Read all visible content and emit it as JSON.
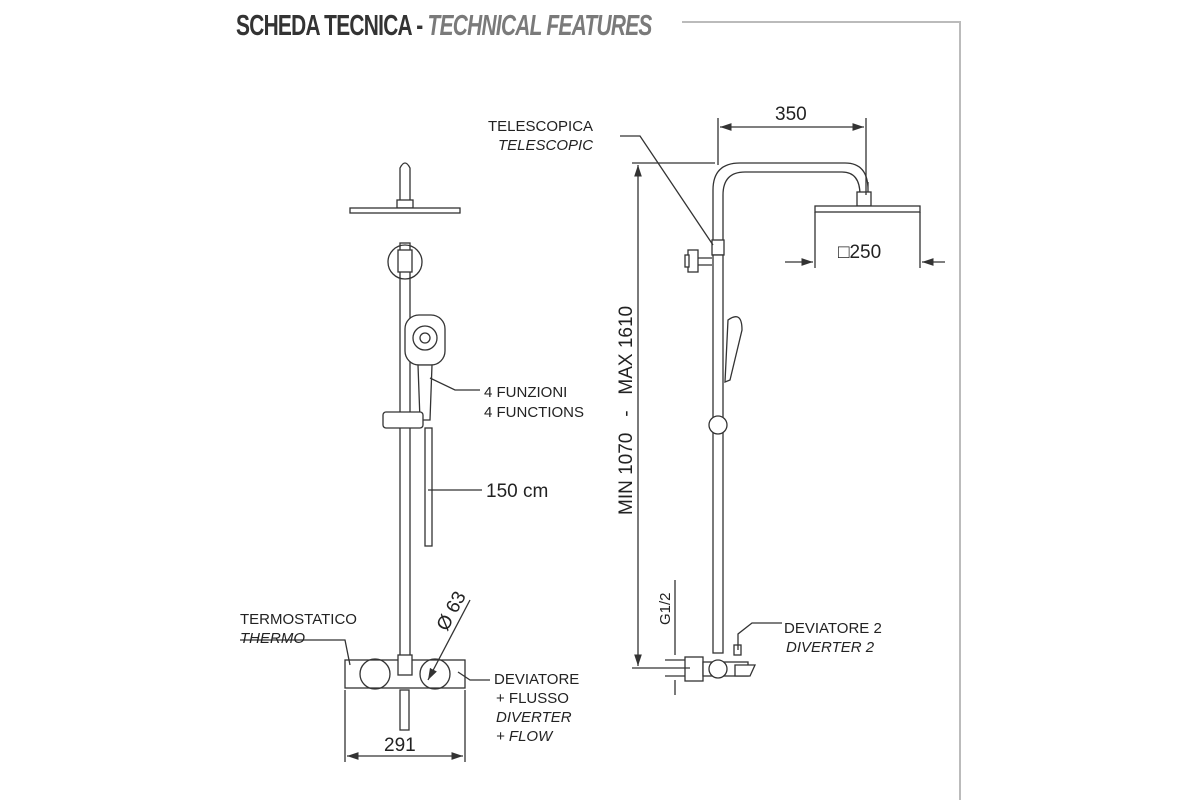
{
  "header": {
    "title_it": "SCHEDA TECNICA -",
    "title_en": "TECHNICAL FEATURES"
  },
  "left_view": {
    "hand_shower_it": "4 FUNZIONI",
    "hand_shower_en": "4 FUNCTIONS",
    "hose_length": "150 cm",
    "thermo_it": "TERMOSTATICO",
    "thermo_en": "THERMO",
    "knob_diameter": "Ø 63",
    "diverter_it_1": "DEVIATORE",
    "diverter_it_2": "+ FLUSSO",
    "diverter_en_1": "DIVERTER",
    "diverter_en_2": "+ FLOW",
    "width": "291"
  },
  "right_view": {
    "telescopic_it": "TELESCOPICA",
    "telescopic_en": "TELESCOPIC",
    "arm_length": "350",
    "head_size": "□250",
    "height_range": "MIN 1070   -   MAX 1610",
    "thread": "G1/2",
    "diverter2_it": "DEVIATORE 2",
    "diverter2_en": "DIVERTER 2"
  }
}
